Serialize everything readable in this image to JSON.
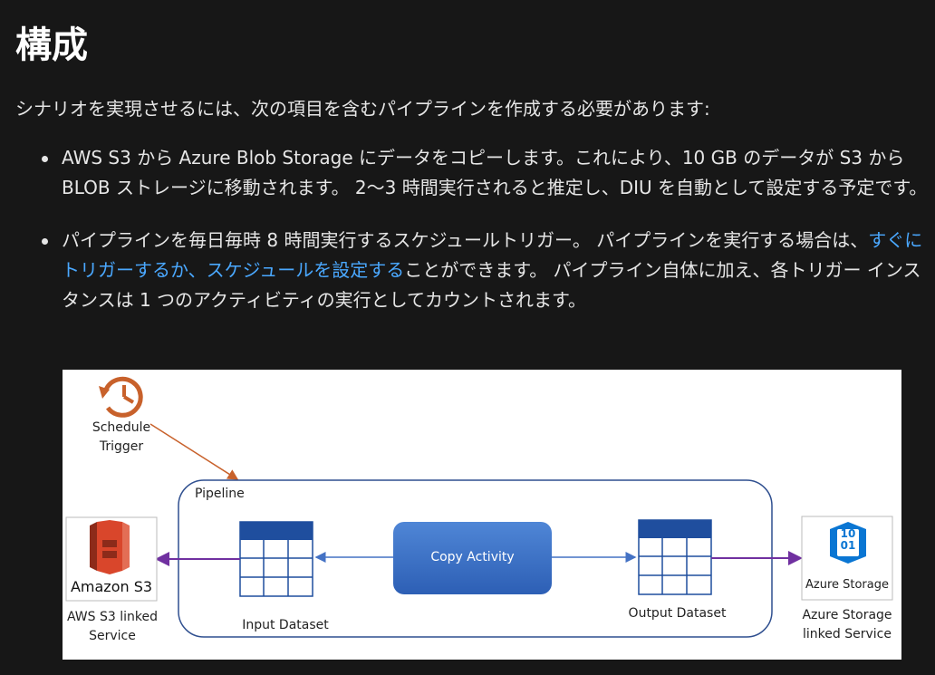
{
  "heading": "構成",
  "intro": "シナリオを実現させるには、次の項目を含むパイプラインを作成する必要があります:",
  "bullets": [
    {
      "text": "AWS S3 から Azure Blob Storage にデータをコピーします。これにより、10 GB のデータが S3 から BLOB ストレージに移動されます。 2〜3 時間実行されると推定し、DIU を自動として設定する予定です。"
    },
    {
      "text_before": "パイプラインを毎日毎時 8 時間実行するスケジュールトリガー。 パイプラインを実行する場合は、",
      "link": "すぐにトリガーするか、スケジュールを設定する",
      "text_after": "ことができます。 パイプライン自体に加え、各トリガー インスタンスは 1 つのアクティビティの実行としてカウントされます。"
    }
  ],
  "diagram": {
    "schedule_trigger_line1": "Schedule",
    "schedule_trigger_line2": "Trigger",
    "pipeline": "Pipeline",
    "copy_activity": "Copy Activity",
    "input_dataset": "Input Dataset",
    "output_dataset": "Output Dataset",
    "amazon_s3": "Amazon S3",
    "aws_linked_line1": "AWS S3 linked",
    "aws_linked_line2": "Service",
    "azure_storage": "Azure Storage",
    "azure_linked_line1": "Azure Storage",
    "azure_linked_line2": "linked Service",
    "azure_icon_digits_1": "10",
    "azure_icon_digits_2": "01",
    "colors": {
      "trigger_orange": "#c8612b",
      "arrow_purple": "#7030a0",
      "arrow_blue": "#4472c4",
      "table_header": "#1f4e9e",
      "s3_red": "#d9462b",
      "azure_blue": "#0a76d3"
    }
  }
}
